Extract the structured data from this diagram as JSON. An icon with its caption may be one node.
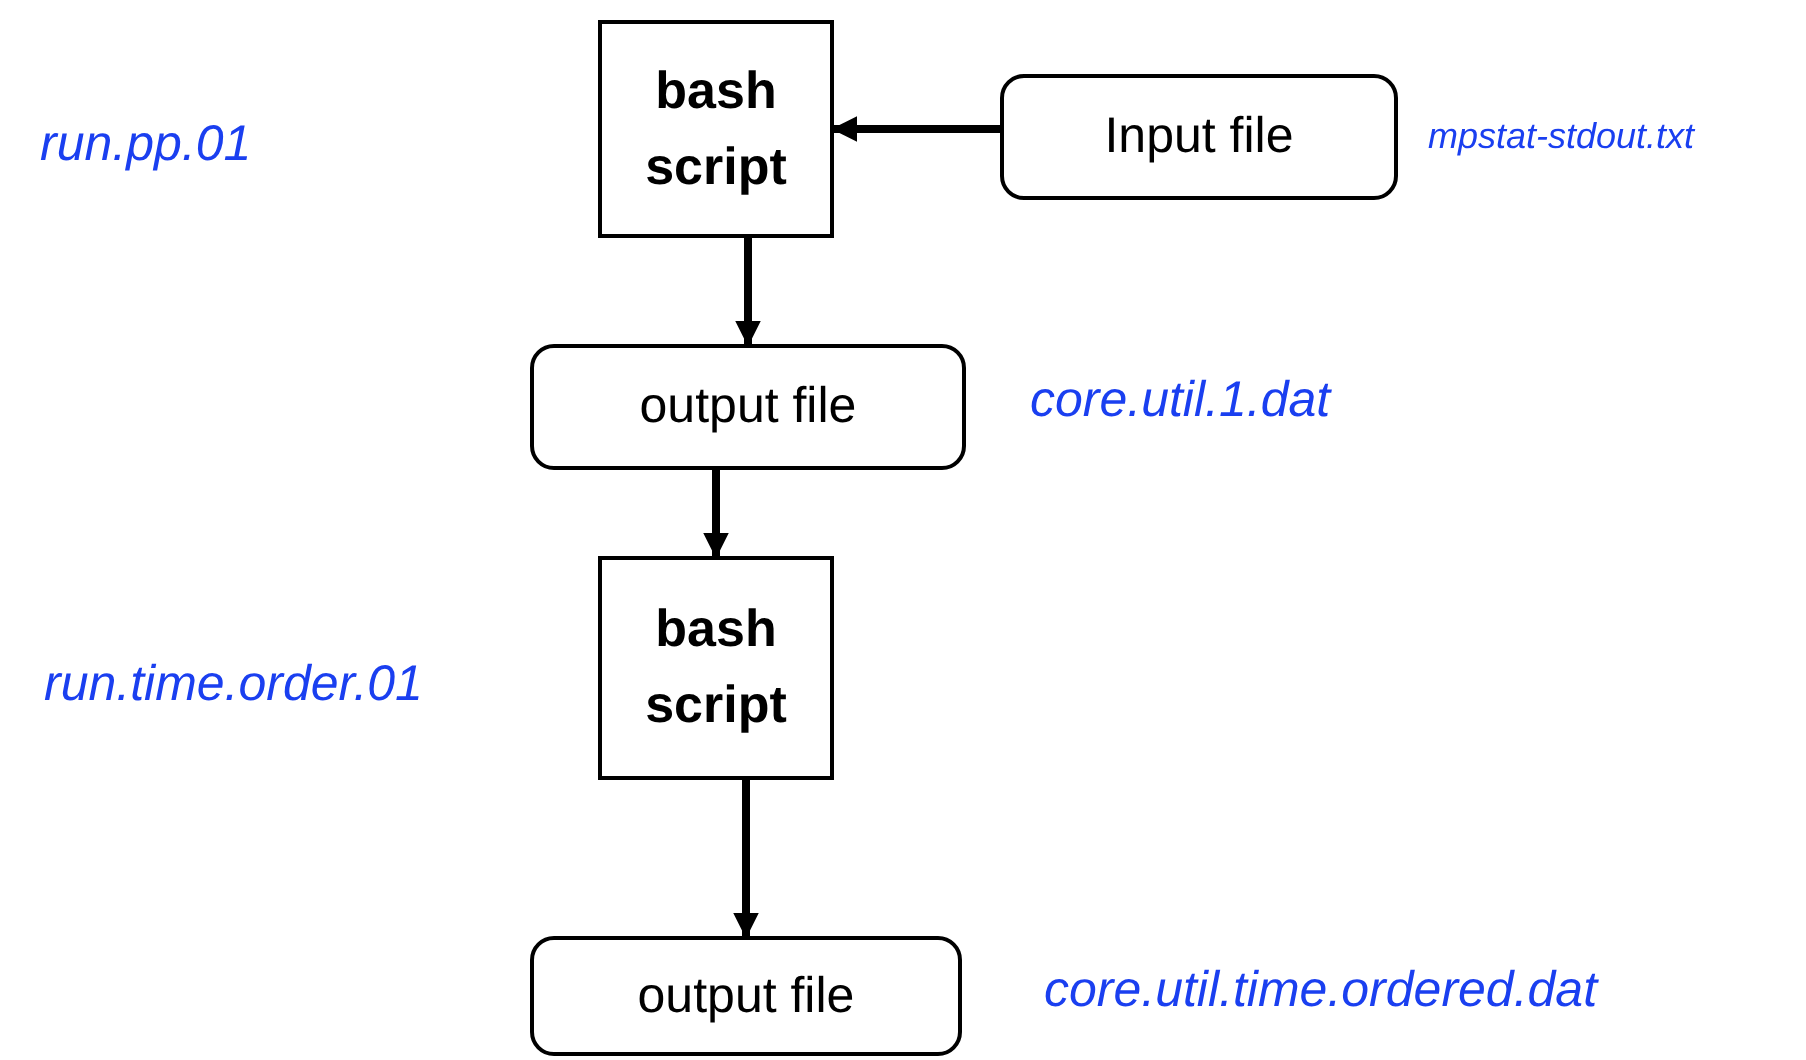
{
  "diagram": {
    "nodes": [
      {
        "text": [
          "bash script"
        ]
      },
      {
        "text": [
          "Input file"
        ],
        "beside": [
          "mpstat-stdout.txt"
        ]
      },
      {
        "text": [
          "output file"
        ],
        "beside": [
          "core.util.1.dat"
        ]
      },
      {
        "text": [
          "bash script"
        ],
        "beside": [
          "run.time.order.01"
        ]
      },
      {
        "text": [
          "output file"
        ],
        "beside": [
          "core.util.time.ordered.dat"
        ]
      }
    ],
    "edges": [
      {
        "from": 1,
        "to": 0,
        "arrow": "to"
      },
      {
        "from": 0,
        "to": 2,
        "arrow": "to"
      },
      {
        "from": 2,
        "to": 3,
        "arrow": "to"
      },
      {
        "from": 3,
        "to": 4,
        "arrow": "to"
      }
    ],
    "labels": [
      "run.pp.01"
    ]
  }
}
